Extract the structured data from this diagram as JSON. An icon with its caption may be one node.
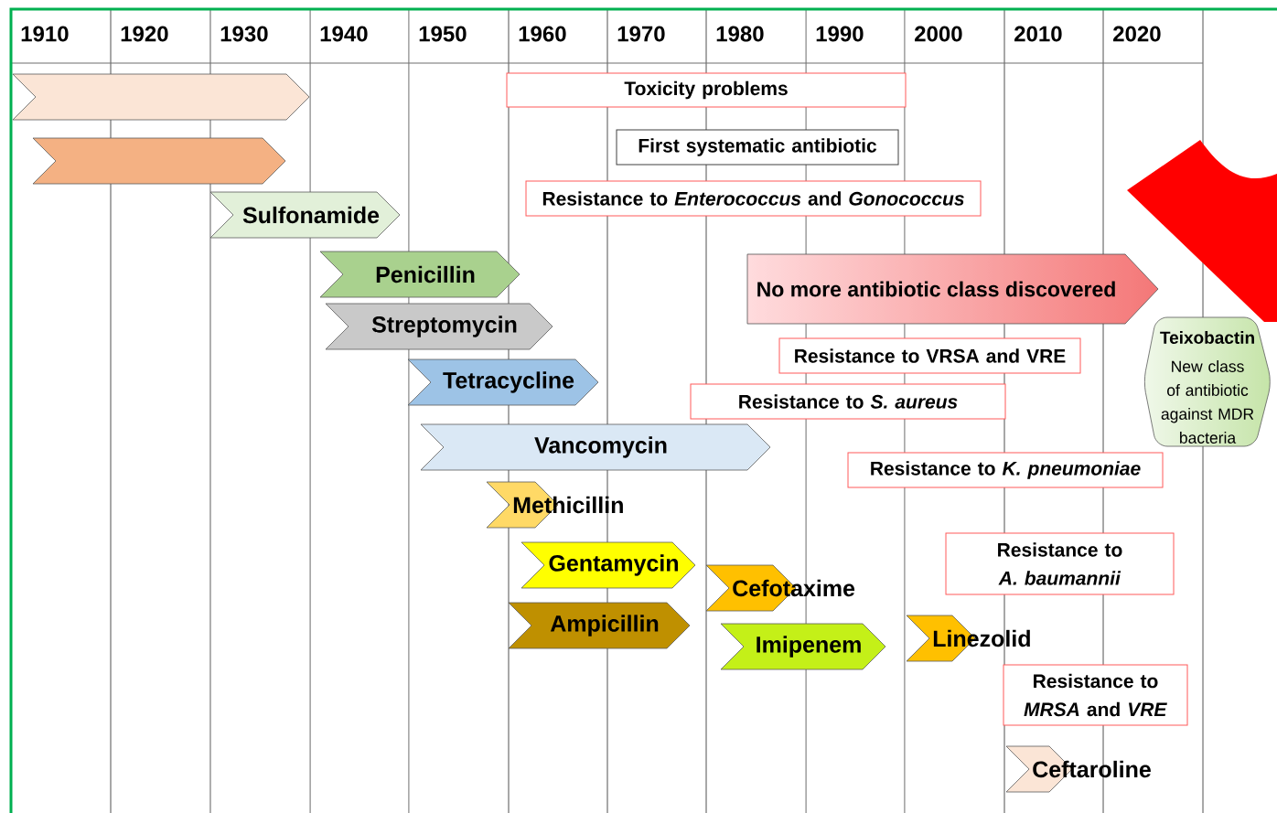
{
  "diagram": {
    "nodes": [
      {
        "text": [
          "Toxicity problems"
        ]
      },
      {
        "text": [],
        "shape": "chevron"
      },
      {
        "text": [
          "First systematic antibiotic"
        ]
      },
      {
        "text": [],
        "shape": "chevron"
      },
      {
        "text": [
          "Resistance to *Enterococcus* and *Gonococcus*"
        ]
      },
      {
        "text": [
          "Sulfonamide"
        ]
      },
      {
        "text": [
          "Penicillin"
        ]
      },
      {
        "text": [
          "No more antibiotic class discovered"
        ]
      },
      {
        "text": [
          "Streptomycin"
        ]
      },
      {
        "text": [
          "Resistance to VRSA and VRE"
        ]
      },
      {
        "text": [
          "Teixobactin",
          "New class of antibiotic against MDR bacteria"
        ]
      },
      {
        "text": [
          "Tetracycline"
        ]
      },
      {
        "text": [
          "Resistance to *S. aureus*"
        ]
      },
      {
        "text": [
          "Vancomycin"
        ]
      },
      {
        "text": [
          "Resistance to *K. pneumoniae*"
        ]
      },
      {
        "text": [
          "Methicillin"
        ]
      },
      {
        "text": [
          "Gentamycin"
        ]
      },
      {
        "text": [
          "Resistance to *A. baumannii*"
        ]
      },
      {
        "text": [
          "Cefotaxime"
        ]
      },
      {
        "text": [
          "Ampicillin"
        ]
      },
      {
        "text": [
          "Linezolid"
        ]
      },
      {
        "text": [
          "Imipenem"
        ]
      },
      {
        "text": [
          "Resistance to *MRSA* and *VRE*"
        ]
      },
      {
        "text": [
          "Ceftaroline"
        ]
      }
    ],
    "edges": [],
    "labels": [
      "1910",
      "1920",
      "1930",
      "1940",
      "1950",
      "1960",
      "1970",
      "1980",
      "1990",
      "2000",
      "2010",
      "2020"
    ]
  }
}
